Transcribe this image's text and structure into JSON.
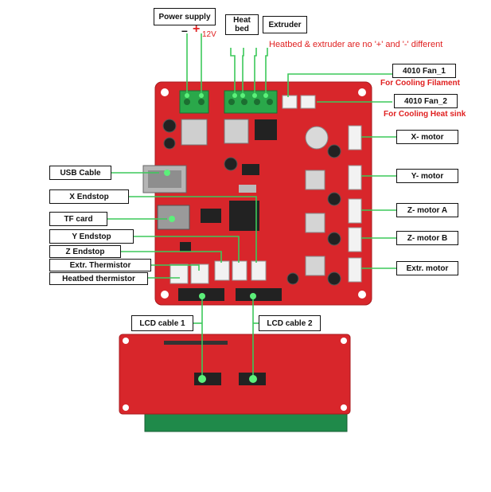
{
  "labels": {
    "power_supply": "Power supply",
    "heat_bed": "Heat bed",
    "extruder": "Extruder",
    "fan1": "4010 Fan_1",
    "fan2": "4010 Fan_2",
    "x_motor": "X- motor",
    "y_motor": "Y- motor",
    "z_motor_a": "Z- motor A",
    "z_motor_b": "Z- motor B",
    "extr_motor": "Extr. motor",
    "usb_cable": "USB Cable",
    "x_endstop": "X Endstop",
    "tf_card": "TF   card",
    "y_endstop": "Y Endstop",
    "z_endstop": "Z Endstop",
    "extr_thermistor": "Extr. Thermistor",
    "heatbed_thermistor": "Heatbed thermistor",
    "lcd_cable_1": "LCD cable 1",
    "lcd_cable_2": "LCD cable 2"
  },
  "notes": {
    "minus": "–",
    "plus": "+",
    "voltage": "12V",
    "polarity": "Heatbed & extruder are no '+' and '-' different",
    "fan1_purpose": "For Cooling Filament",
    "fan2_purpose": "For Cooling Heat sink"
  },
  "colors": {
    "board_red": "#d8262b",
    "connector_green": "#2aa84a",
    "wire_green": "#3cc85a",
    "note_red": "#e02020"
  }
}
